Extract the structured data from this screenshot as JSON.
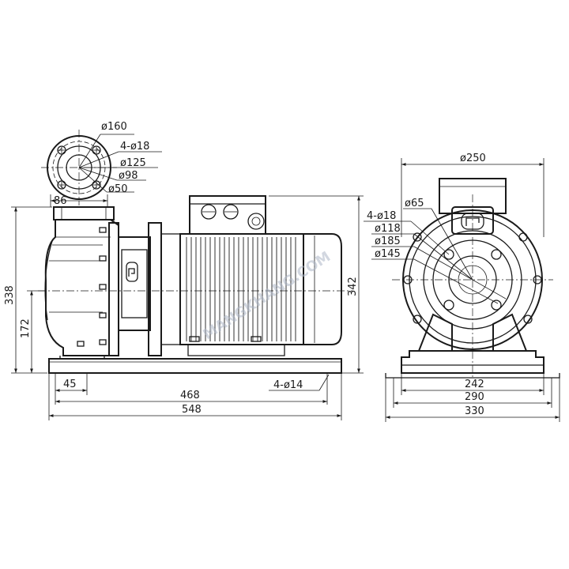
{
  "flange_view": {
    "labels": {
      "d_outer": "ø160",
      "holes": "4-ø18",
      "d_pcd": "ø125",
      "d_raised": "ø98",
      "d_bore": "ø50"
    },
    "dim_86": "86"
  },
  "side_view": {
    "dims": {
      "height_total": "338",
      "height_center": "172",
      "height_motor": "342",
      "offset_45": "45",
      "span_468": "468",
      "length_total": "548",
      "base_holes": "4-ø14"
    }
  },
  "end_view": {
    "labels": {
      "width_motor": "ø250",
      "d_outlet": "ø65",
      "holes": "4-ø18",
      "d_pcd": "ø118",
      "d_flange": "ø185",
      "d_raised": "ø145"
    },
    "dims": {
      "base_242": "242",
      "base_290": "290",
      "base_330": "330"
    }
  },
  "watermark": {
    "text": "MANGKHANG.COM"
  }
}
